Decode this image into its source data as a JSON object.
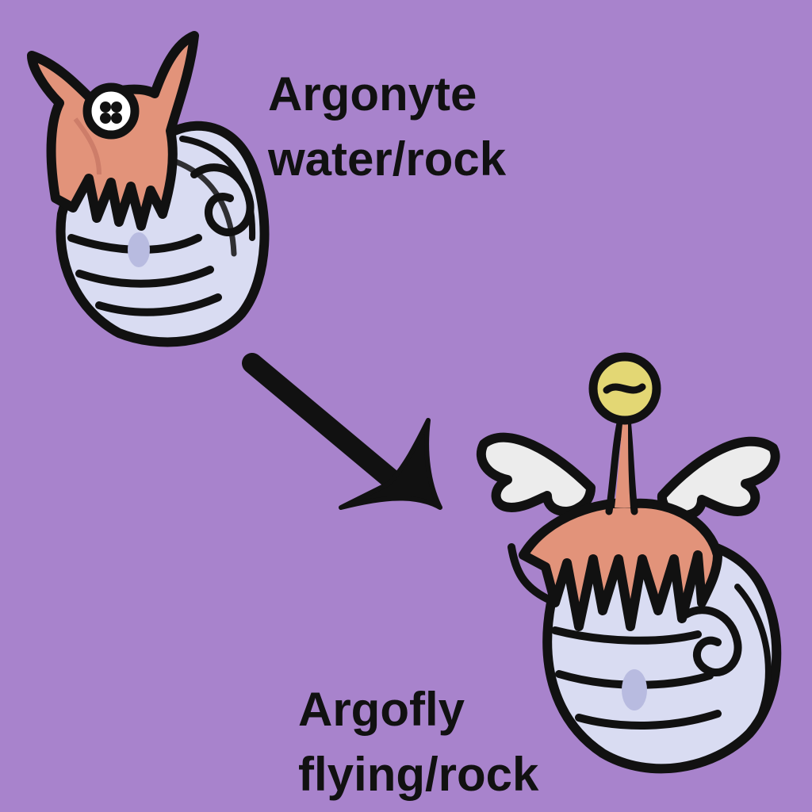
{
  "colors": {
    "background": "#a883cc",
    "outline": "#111111",
    "shell": "#d9dcf2",
    "shell_shadow": "#b8bbe0",
    "flesh": "#e2937a",
    "wing": "#ececec",
    "bulb": "#e3d774"
  },
  "creatures": [
    {
      "name": "Argonyte",
      "types": "water/rock"
    },
    {
      "name": "Argofly",
      "types": "flying/rock"
    }
  ],
  "icons": {
    "evolution": "arrow-down-right-icon"
  }
}
